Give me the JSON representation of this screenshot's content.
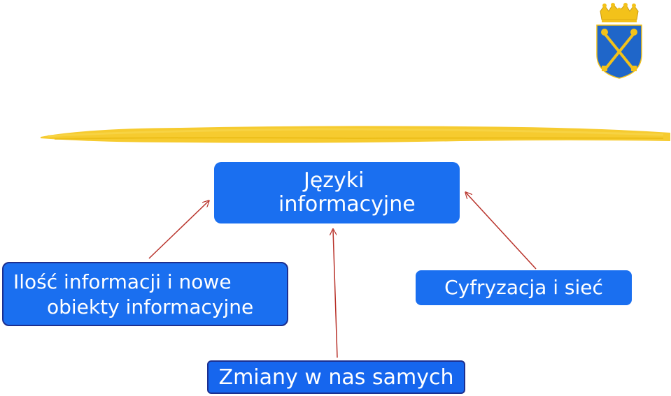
{
  "colors": {
    "box_fill": "#1a6ff0",
    "box_text": "#ffffff",
    "arrow": "#b8322a",
    "highlight_stroke": "#f5c518",
    "logo_shield": "#1f66c9",
    "logo_gold": "#f3c21a"
  },
  "logo": {
    "icon": "university-crest-icon"
  },
  "nodes": {
    "center": {
      "line1": "Języki",
      "line2": "informacyjne"
    },
    "left": {
      "line1": "Ilość informacji i nowe",
      "line2": "obiekty informacyjne"
    },
    "right": {
      "label": "Cyfryzacja i sieć"
    },
    "bottom": {
      "label": "Zmiany w nas samych"
    }
  }
}
